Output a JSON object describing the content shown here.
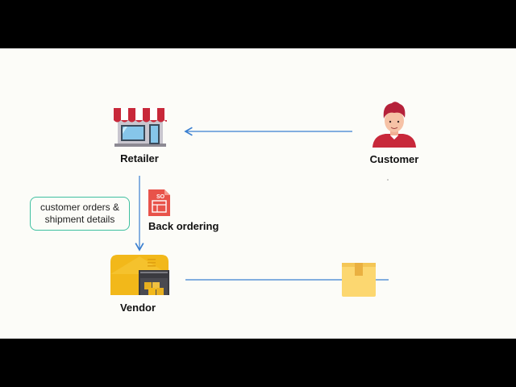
{
  "nodes": {
    "retailer": {
      "label": "Retailer",
      "icon": "storefront-icon"
    },
    "customer": {
      "label": "Customer",
      "icon": "person-icon"
    },
    "vendor": {
      "label": "Vendor",
      "icon": "warehouse-icon"
    },
    "back_ordering": {
      "label": "Back ordering",
      "icon": "sales-order-document-icon",
      "doc_tag": "SO"
    },
    "package": {
      "icon": "package-box-icon"
    }
  },
  "note": {
    "line1": "customer orders &",
    "line2": "shipment details"
  },
  "colors": {
    "arrow": "#3a7fd0",
    "note_border": "#3fc0a0",
    "background": "#fcfcf8",
    "letterbox": "#000000",
    "accent_red": "#c8283a",
    "accent_yellow": "#f2b81a"
  }
}
